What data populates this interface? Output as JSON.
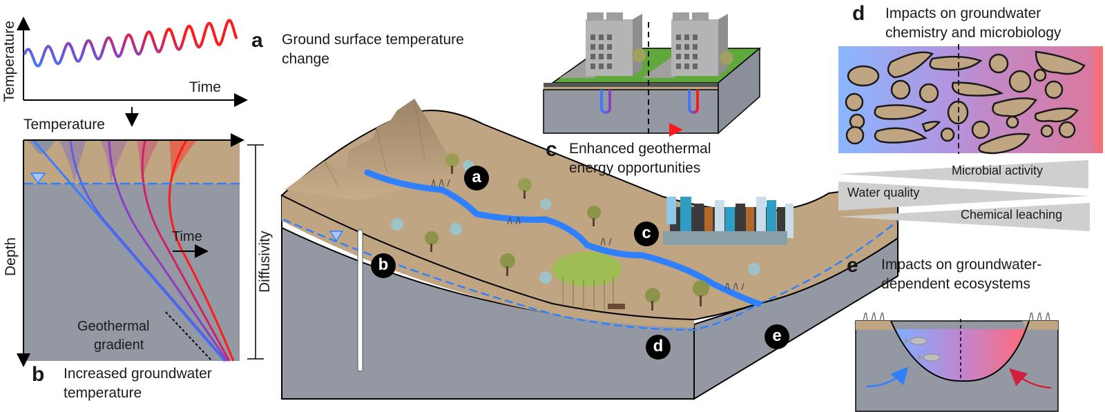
{
  "panel_a_plot": {
    "y_axis_label": "Temperature",
    "x_axis_label": "Time"
  },
  "panel_b_plot": {
    "top_axis_label": "Temperature",
    "y_axis_label": "Depth",
    "right_axis_label": "Diffusivity",
    "time_arrow_label": "Time",
    "gradient_label_line1": "Geothermal",
    "gradient_label_line2": "gradient"
  },
  "panels": {
    "a": {
      "letter": "a",
      "caption_line1": "Ground surface temperature",
      "caption_line2": "change"
    },
    "b": {
      "letter": "b",
      "caption_line1": "Increased groundwater",
      "caption_line2": "temperature"
    },
    "c": {
      "letter": "c",
      "caption_line1": "Enhanced geothermal",
      "caption_line2": "energy opportunities"
    },
    "d": {
      "letter": "d",
      "caption_line1": "Impacts on groundwater",
      "caption_line2": "chemistry and microbiology"
    },
    "e": {
      "letter": "e",
      "caption_line1": "Impacts on groundwater-",
      "caption_line2": "dependent ecosystems"
    }
  },
  "landscape_badges": [
    "a",
    "b",
    "c",
    "d",
    "e"
  ],
  "panel_d_trends": [
    {
      "label": "Microbial activity",
      "direction": "increasing"
    },
    {
      "label": "Water quality",
      "direction": "decreasing"
    },
    {
      "label": "Chemical leaching",
      "direction": "increasing"
    }
  ],
  "colors": {
    "cold": "#3a7bff",
    "warm": "#ff1a1a",
    "mid": "#8a3ec0",
    "soil": "#c0a582",
    "rock": "#9498a3",
    "water": "#2f80ff",
    "grass": "#5fa83a"
  }
}
